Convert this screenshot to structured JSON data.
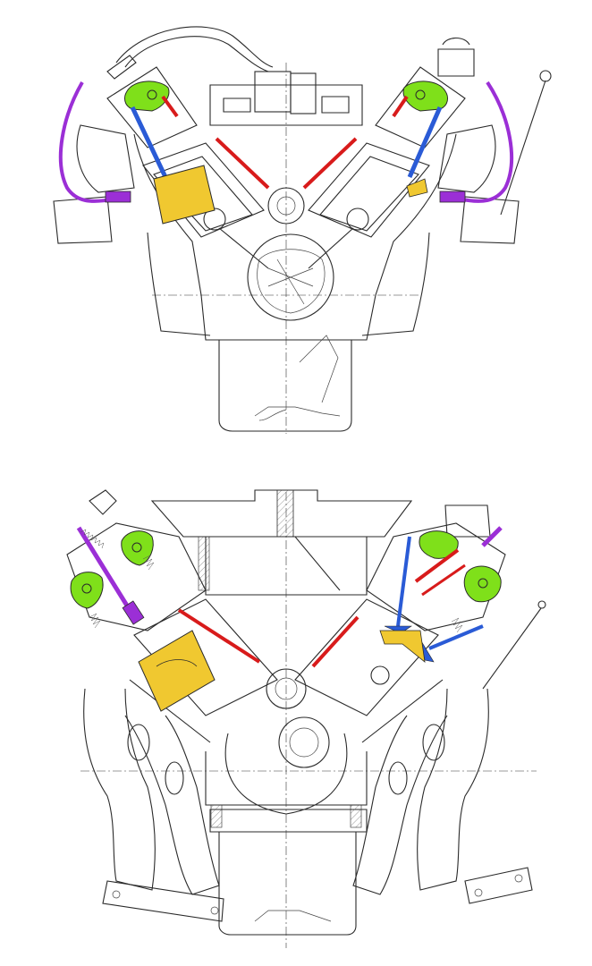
{
  "diagram": {
    "colors": {
      "rocker": "#7fe01a",
      "pushrod": "#2a5bd6",
      "lifter": "#d81b1b",
      "piston": "#f0c830",
      "plug_wire": "#9b2fd6",
      "line": "#2a2a2a",
      "background": "#ffffff"
    },
    "views": [
      {
        "id": "top-view",
        "engine": "pushrod-v8-cross-section"
      },
      {
        "id": "bottom-view",
        "engine": "overhead-cam-v8-cross-section"
      }
    ]
  }
}
